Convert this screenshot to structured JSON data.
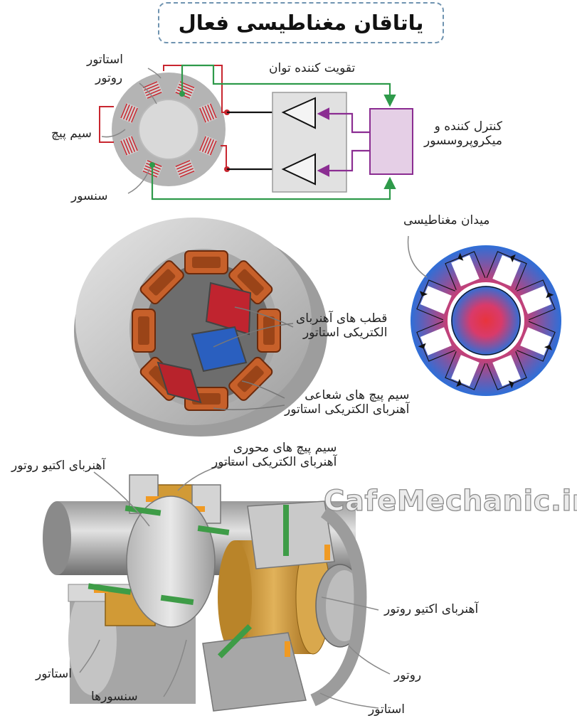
{
  "title": "یاتاقان مغناطیسی فعال",
  "labels": {
    "stator_top": "استاتور",
    "rotor_top": "روتور",
    "coil": "سیم پیچ",
    "sensor": "سنسور",
    "amplifier": "تقویت کننده توان",
    "controller": "کنترل کننده و\nمیکروپروسسور",
    "magnetic_field": "میدان مغناطیسی",
    "stator_poles": "قطب های آهنربای\nالکتریکی استاتور",
    "radial_coils": "سیم پیچ های شعاعی\nآهنربای الکتریکی استاتور",
    "axial_coils": "سیم پیچ های محوری\nآهنربای الکتریکی استاتور",
    "active_rotor_magnet_top": "آهنربای اکتیو روتور",
    "active_rotor_magnet_right": "آهنربای اکتیو روتور",
    "stator_bottom_left": "استاتور",
    "sensors": "سنسورها",
    "rotor_bottom": "روتور",
    "stator_bottom_right": "استاتور"
  },
  "watermark": "CafeMechanic.ir",
  "colors": {
    "coil_red": "#c8262f",
    "wire_green": "#2e9a4a",
    "controller_purple": "#8b2d92",
    "controller_fill": "#e5cfe6",
    "field_blue": "#2e6fd8",
    "copper": "#c7602a",
    "brass": "#d19a36"
  }
}
